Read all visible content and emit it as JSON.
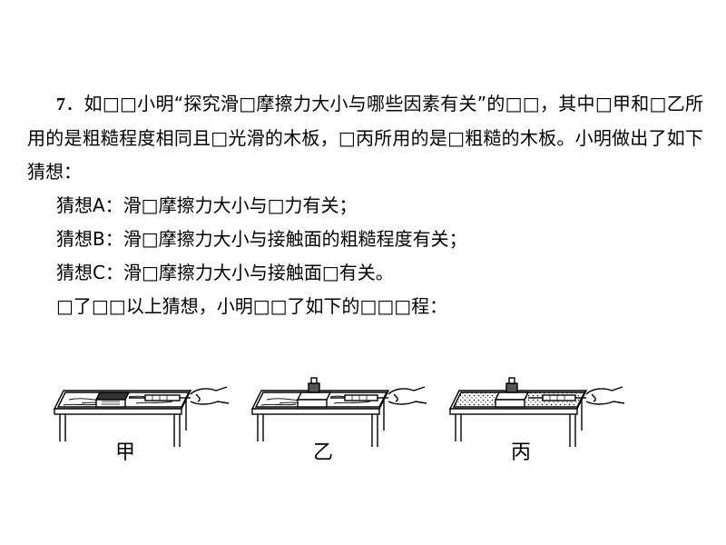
{
  "problem": {
    "number": "7",
    "intro": "．如□□小明“探究滑□摩擦力大小与哪些因素有关”的□□，其中□甲和□乙所用的是粗糙程度相同且□光滑的木板，□丙所用的是□粗糙的木板。小明做出了如下猜想：",
    "hypotheses": [
      "猜想A：滑□摩擦力大小与□力有关；",
      "猜想B：滑□摩擦力大小与接触面的粗糙程度有关；",
      "猜想C：滑□摩擦力大小与接触面□有关。"
    ],
    "conclusion": "□了□□以上猜想，小明□□了如下的□□□程："
  },
  "figures": [
    {
      "label": "甲",
      "surface": "smooth-wood",
      "weight_on_block": false
    },
    {
      "label": "乙",
      "surface": "smooth-wood",
      "weight_on_block": true
    },
    {
      "label": "丙",
      "surface": "rough-board",
      "weight_on_block": true
    }
  ]
}
